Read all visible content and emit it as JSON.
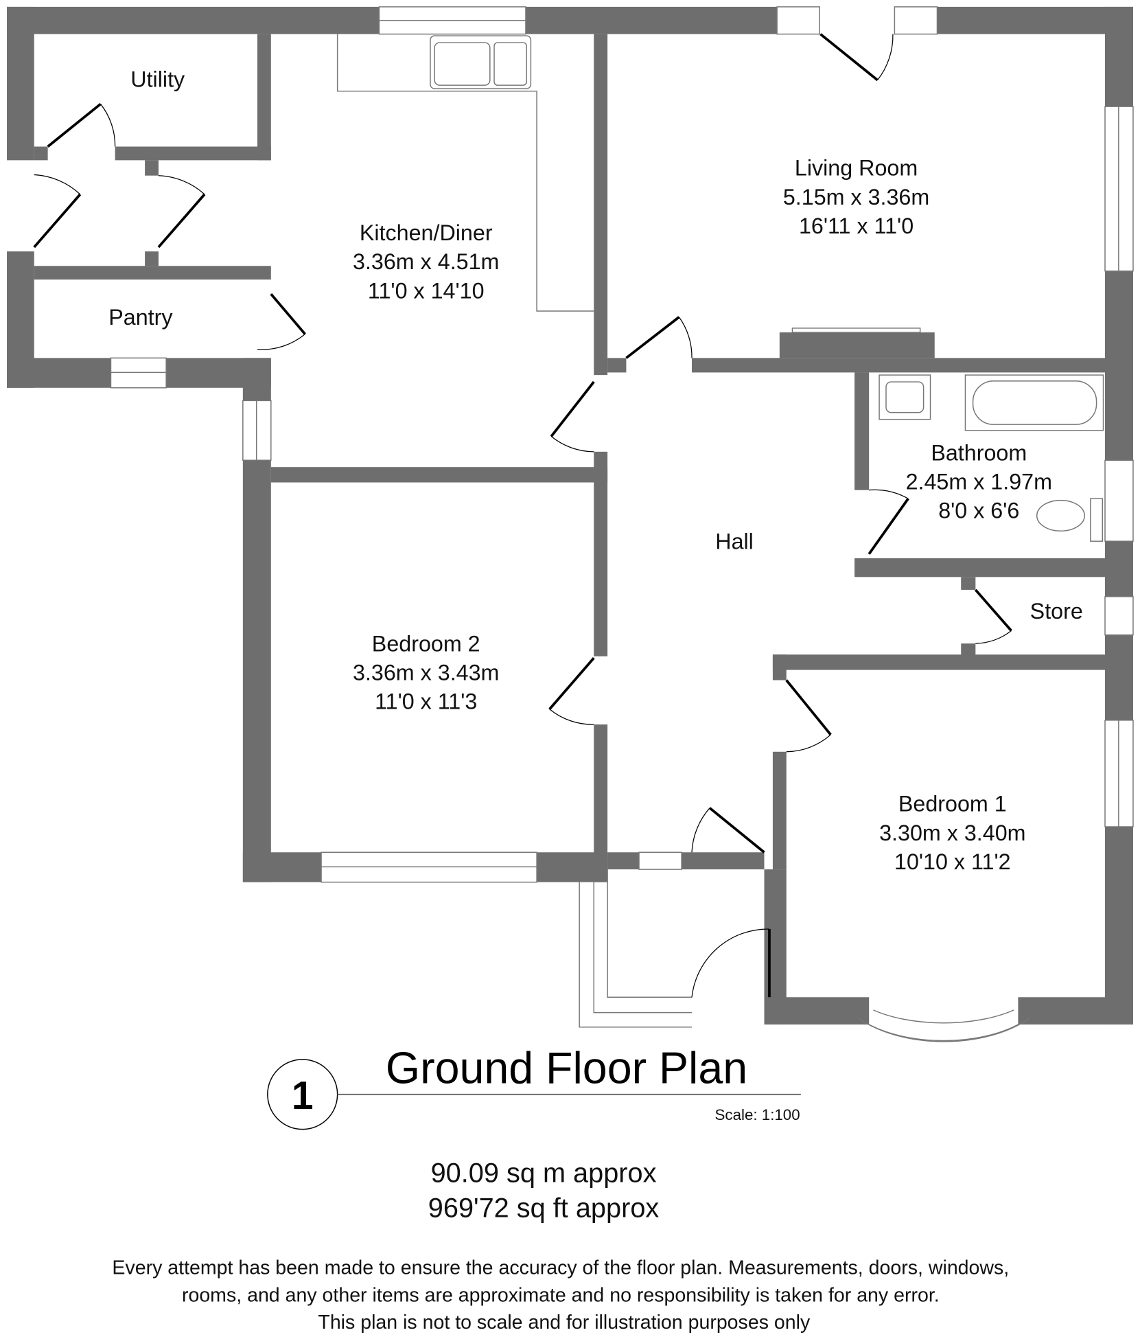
{
  "plan": {
    "number": "1",
    "title": "Ground Floor Plan",
    "scale": "Scale: 1:100"
  },
  "rooms": {
    "utility": {
      "name": "Utility"
    },
    "pantry": {
      "name": "Pantry"
    },
    "kitchen": {
      "name": "Kitchen/Diner",
      "metric": "3.36m x 4.51m",
      "imperial": "11'0 x 14'10"
    },
    "living": {
      "name": "Living Room",
      "metric": "5.15m x 3.36m",
      "imperial": "16'11 x 11'0"
    },
    "bathroom": {
      "name": "Bathroom",
      "metric": "2.45m x 1.97m",
      "imperial": "8'0 x 6'6"
    },
    "hall": {
      "name": "Hall"
    },
    "store": {
      "name": "Store"
    },
    "bedroom2": {
      "name": "Bedroom 2",
      "metric": "3.36m x 3.43m",
      "imperial": "11'0 x 11'3"
    },
    "bedroom1": {
      "name": "Bedroom 1",
      "metric": "3.30m x 3.40m",
      "imperial": "10'10 x 11'2"
    }
  },
  "area": {
    "metric": "90.09 sq m approx",
    "imperial": "969'72 sq ft approx"
  },
  "disclaimer": {
    "line1": "Every attempt has been made to ensure the accuracy of the floor plan. Measurements, doors, windows,",
    "line2": "rooms, and any other items are approximate and no responsibility is taken for any error.",
    "line3": "This plan is not to scale and for illustration purposes only"
  },
  "colors": {
    "wall": "#6e6e6e"
  }
}
